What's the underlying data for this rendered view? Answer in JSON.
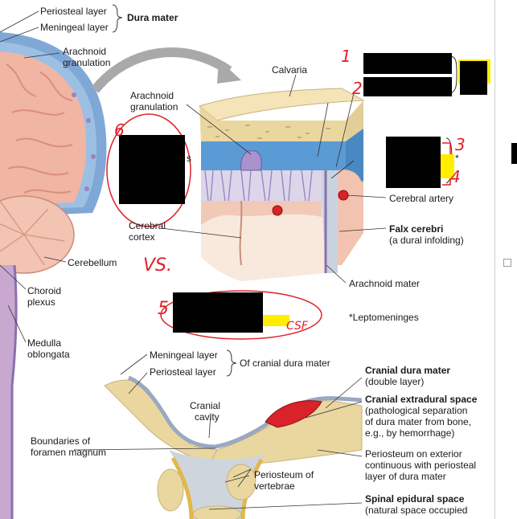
{
  "labels": {
    "periosteal_layer": "Periosteal layer",
    "meningeal_layer": "Meningeal layer",
    "dura_mater": "Dura mater",
    "arachnoid_granulation_1": "Arachnoid",
    "arachnoid_granulation_2": "granulation",
    "calvaria": "Calvaria",
    "arachnoid_granulation_b1": "Arachnoid",
    "arachnoid_granulation_b2": "granulation",
    "cerebral_cortex_1": "Cerebral",
    "cerebral_cortex_2": "cortex",
    "cerebellum": "Cerebellum",
    "choroid_plexus_1": "Choroid",
    "choroid_plexus_2": "plexus",
    "medulla_1": "Medulla",
    "medulla_2": "oblongata",
    "cerebral_artery": "Cerebral artery",
    "falx_cerebri": "Falx cerebri",
    "falx_sub": "(a dural infolding)",
    "arachnoid_mater": "Arachnoid mater",
    "leptomeninges": "*Leptomeninges",
    "star": "*",
    "partial_s": "s",
    "meningeal_layer_b": "Meningeal layer",
    "periosteal_layer_b": "Periosteal layer",
    "of_cranial_dura": "Of cranial dura mater",
    "cranial_cavity_1": "Cranial",
    "cranial_cavity_2": "cavity",
    "boundaries_1": "Boundaries of",
    "boundaries_2": "foramen magnum",
    "periosteum_vert_1": "Periosteum of",
    "periosteum_vert_2": "vertebrae",
    "cranial_dura_mater": "Cranial dura mater",
    "cranial_dura_sub": "(double layer)",
    "cranial_extradural": "Cranial extradural space",
    "extradural_sub_1": "(pathological separation",
    "extradural_sub_2": "of dura mater from bone,",
    "extradural_sub_3": "e.g., by hemorrhage)",
    "periosteum_ext_1": "Periosteum on exterior",
    "periosteum_ext_2": "continuous with periosteal",
    "periosteum_ext_3": "layer of dura mater",
    "spinal_epidural": "Spinal epidural space",
    "spinal_epidural_sub": "(natural space occupied"
  },
  "annotations": {
    "n1": "1",
    "n2": "2",
    "n3": "3",
    "n4": "4",
    "n5": "5",
    "n6": "6",
    "vs": "VS.",
    "csf": "CSF"
  },
  "colors": {
    "annotation_red": "#e0202a",
    "redaction_black": "#000000",
    "highlight_yellow": "#ffee00",
    "dura_blue": "#5b9bd5",
    "bone_cream": "#eedbab",
    "brain_pink": "#f0b8a8",
    "arachnoid_purple": "#8a6fb0"
  }
}
